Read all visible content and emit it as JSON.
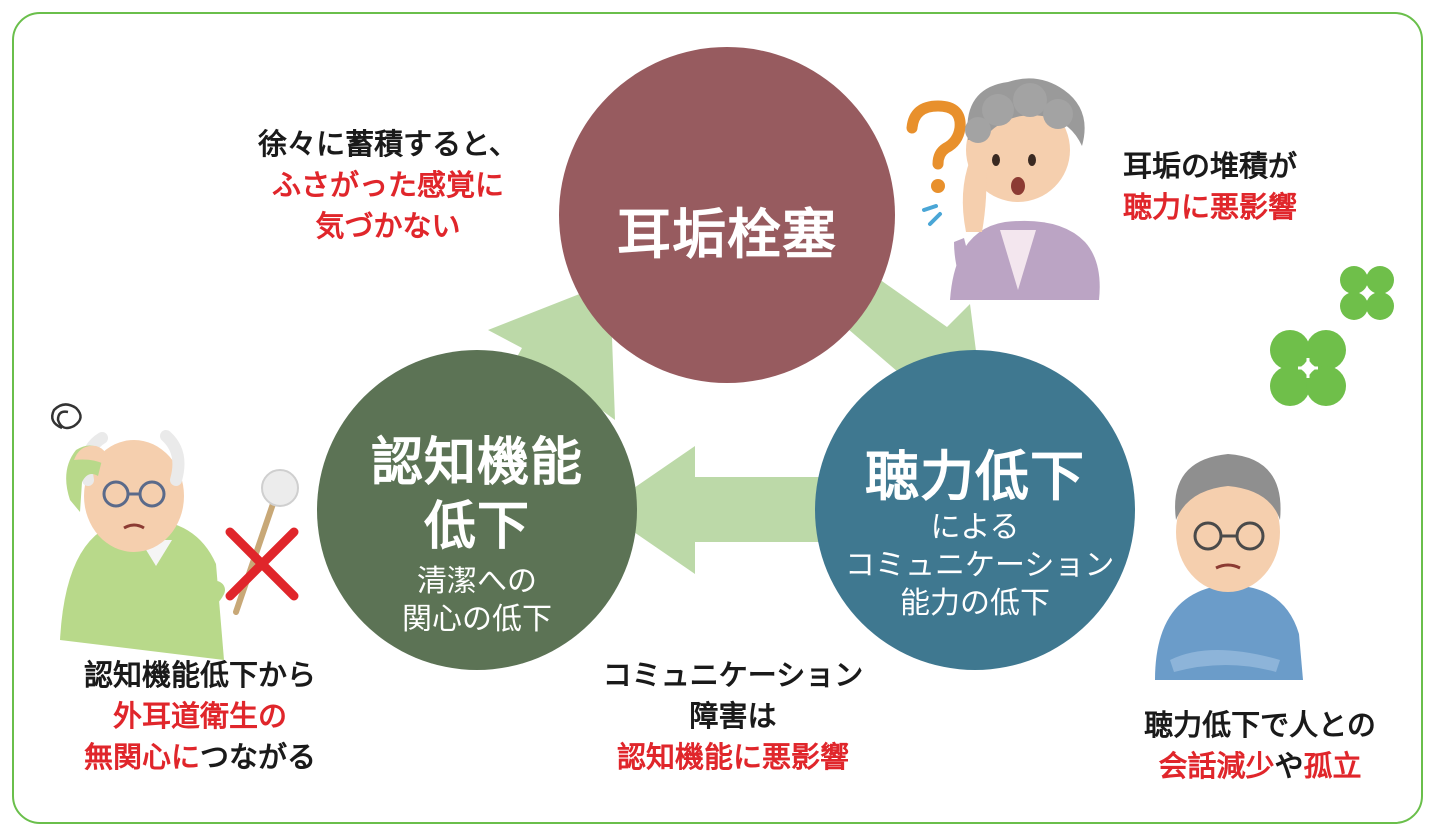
{
  "colors": {
    "border": "#6abf4b",
    "circle_earwax": "#975b5f",
    "circle_hearing": "#3f7890",
    "circle_cognitive": "#5c7355",
    "arrow": "#bcd9a8",
    "accent_red": "#e0262b",
    "text_dark": "#1a1a1a",
    "clover": "#6fbf4a"
  },
  "cycle": {
    "earwax": {
      "title": "耳垢栓塞"
    },
    "hearing": {
      "title": "聴力低下",
      "sub1": "による",
      "sub2": "コミュニケーション",
      "sub3": "能力の低下"
    },
    "cognitive": {
      "title1": "認知機能",
      "title2": "低下",
      "sub1": "清潔への",
      "sub2": "関心の低下"
    }
  },
  "captions": {
    "accumulate": {
      "line1": "徐々に蓄積すると、",
      "line2": "ふさがった感覚に",
      "line3": "気づかない"
    },
    "earwax_effect": {
      "line1": "耳垢の堆積が",
      "line2": "聴力に悪影響"
    },
    "cognitive_effect": {
      "line1": "認知機能低下から",
      "line2": "外耳道衛生の",
      "line3a": "無関心に",
      "line3b": "つながる"
    },
    "communication": {
      "line1": "コミュニケーション",
      "line2": "障害は",
      "line3": "認知機能に悪影響"
    },
    "isolation": {
      "line1": "聴力低下で人との",
      "line2a": "会話減少",
      "line2b": "や",
      "line2c": "孤立"
    }
  },
  "icons": {
    "question": "question-mark-icon",
    "cross": "cross-mark-icon",
    "clover": "clover-icon",
    "confusion": "confusion-scribble-icon"
  }
}
